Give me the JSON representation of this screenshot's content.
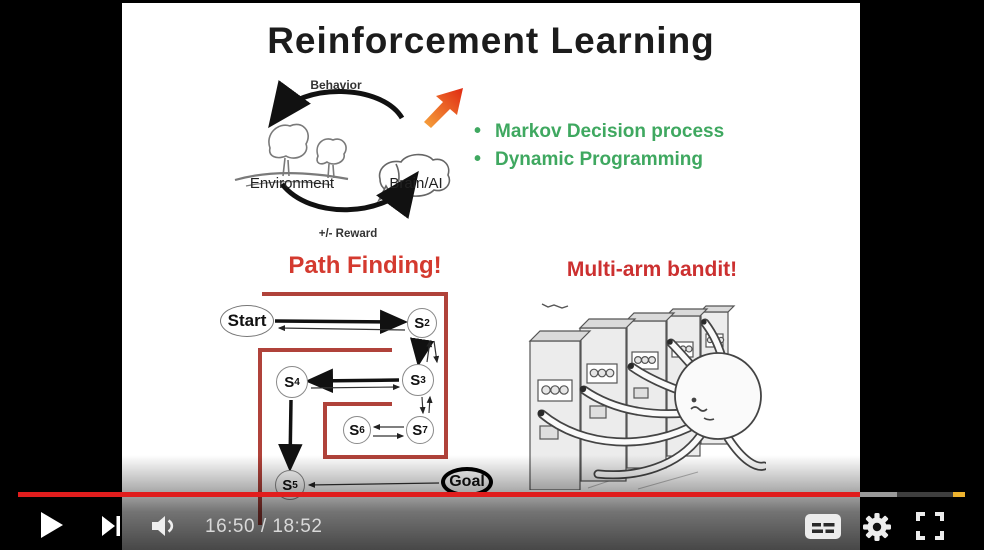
{
  "slide": {
    "title": "Reinforcement Learning",
    "cycle": {
      "top_label": "Behavior",
      "bottom_label": "+/- Reward",
      "left_label": "Environment",
      "right_label": "Brain/AI"
    },
    "bullets": [
      "Markov Decision process",
      "Dynamic Programming"
    ],
    "path_finding": {
      "title": "Path Finding!",
      "nodes": [
        {
          "label": "Start"
        },
        {
          "label": "S",
          "sub": "2"
        },
        {
          "label": "S",
          "sub": "3"
        },
        {
          "label": "S",
          "sub": "4"
        },
        {
          "label": "S",
          "sub": "6"
        },
        {
          "label": "S",
          "sub": "7"
        },
        {
          "label": "S",
          "sub": "5"
        },
        {
          "label": "Goal"
        }
      ]
    },
    "bandit": {
      "title": "Multi-arm bandit!"
    },
    "colors": {
      "title_text": "#1c1c1c",
      "bullet_green": "#3fa860",
      "heading_red": "#d43a2f",
      "bandit_red": "#cc3030",
      "path_line_red": "#b0423a"
    }
  },
  "player": {
    "time_display": "16:50 / 18:52",
    "progress": {
      "played_color": "#e11d1d",
      "buffered_color": "#9a9a9a",
      "track_color": "#3e3e3e",
      "ad_marker_color": "#edb32f"
    },
    "icons": {
      "play": "play-icon",
      "next": "next-icon",
      "volume": "volume-icon",
      "subtitles": "subtitles-icon",
      "settings": "settings-icon",
      "fullscreen": "fullscreen-icon"
    }
  }
}
